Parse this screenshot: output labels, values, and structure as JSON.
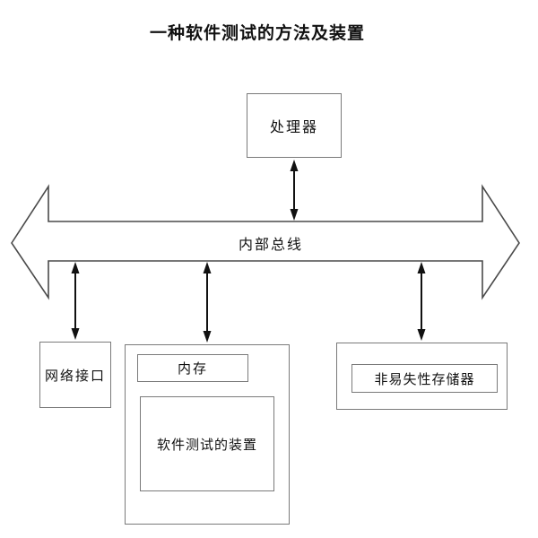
{
  "title": "一种软件测试的方法及装置",
  "bus": {
    "label": "内部总线"
  },
  "nodes": {
    "processor": {
      "label": "处理器"
    },
    "network_interface": {
      "label": "网络接口"
    },
    "memory": {
      "label": "内存"
    },
    "software_testing_device": {
      "label": "软件测试的装置"
    },
    "nonvolatile_memory": {
      "label": "非易失性存储器"
    }
  },
  "colors": {
    "background": "#ffffff",
    "box_border": "#7a7a7a",
    "bus_outline": "#4a4a4a",
    "arrow": "#111111",
    "text": "#111111"
  }
}
